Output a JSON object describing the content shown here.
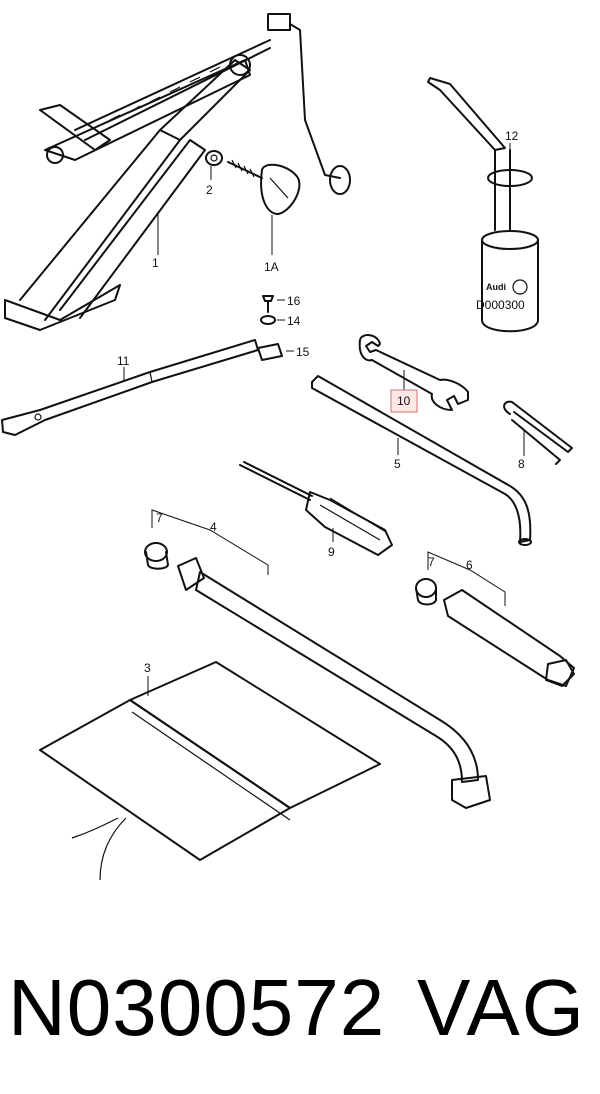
{
  "diagram": {
    "callouts": {
      "p1": "1",
      "p1a": "1A",
      "p2": "2",
      "p3": "3",
      "p4": "4",
      "p5": "5",
      "p6": "6",
      "p7a": "7",
      "p7b": "7",
      "p8": "8",
      "p9": "9",
      "p10": "10",
      "p11": "11",
      "p12": "12",
      "p14": "14",
      "p15": "15",
      "p16": "16"
    },
    "highlighted_callout": "10",
    "highlight_color": "#fde7e7",
    "highlight_border": "#d07070",
    "jar_label": "D000300",
    "jar_logo_text": "Audi"
  },
  "footer": {
    "part_number": "N0300572",
    "brand": "VAG"
  }
}
